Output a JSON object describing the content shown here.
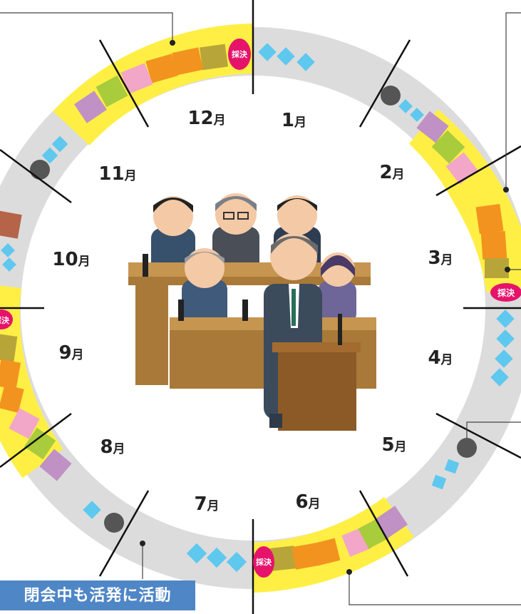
{
  "months": [
    {
      "num": "1",
      "unit": "月"
    },
    {
      "num": "2",
      "unit": "月"
    },
    {
      "num": "3",
      "unit": "月"
    },
    {
      "num": "4",
      "unit": "月"
    },
    {
      "num": "5",
      "unit": "月"
    },
    {
      "num": "6",
      "unit": "月"
    },
    {
      "num": "7",
      "unit": "月"
    },
    {
      "num": "8",
      "unit": "月"
    },
    {
      "num": "9",
      "unit": "月"
    },
    {
      "num": "10",
      "unit": "月"
    },
    {
      "num": "11",
      "unit": "月"
    },
    {
      "num": "12",
      "unit": "月"
    }
  ],
  "vote_badge": "採決",
  "caption": "閉会中も活発に活動",
  "colors": {
    "ring_gray": "#dcdcdc",
    "session_yellow": "#ffef45",
    "diamond_blue": "#5ec8ef",
    "dot_gray": "#555555",
    "badge_pink": "#e6136b",
    "caption_blue": "#4f86c6",
    "block_pink": "#f2a6c8",
    "block_green": "#a8cc3c",
    "block_purple": "#c091c4",
    "block_orange": "#f3931f",
    "block_olive": "#b8a53a",
    "block_brown": "#b5644a"
  }
}
